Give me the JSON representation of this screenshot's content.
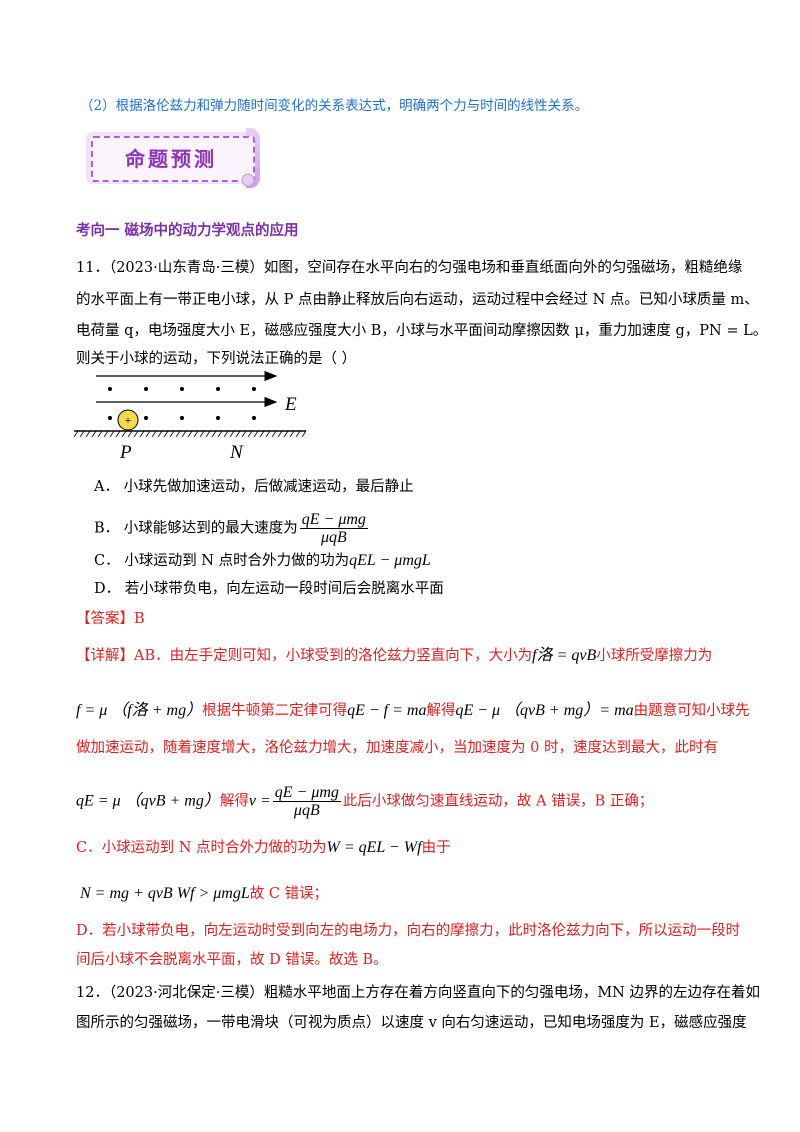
{
  "note_line": "（2）根据洛伦兹力和弹力随时间变化的关系表达式，明确两个力与时间的线性关系。",
  "banner": "命题预测",
  "section_title": "考向一  磁场中的动力学观点的应用",
  "q11": {
    "lines": [
      "11．（2023·山东青岛·三模）如图，空间存在水平向右的匀强电场和垂直纸面向外的匀强磁场，粗糙绝缘",
      "的水平面上有一带正电小球，从 P 点由静止释放后向右运动，运动过程中会经过 N 点。已知小球质量 m、",
      "电荷量 q，电场强度大小 E，磁感应强度大小 B，小球与水平面间动摩擦因数 μ，重力加速度 g，PN = L。",
      "则关于小球的运动，下列说法正确的是（        ）"
    ],
    "figure": {
      "label_E": "E",
      "label_P": "P",
      "label_N": "N",
      "charge": "+"
    },
    "optA": "A．  小球先做加速运动，后做减速运动，最后静止",
    "optB_text": "B．  小球能够达到的最大速度为",
    "optB_num": "qE − μmg",
    "optB_den": "μqB",
    "optC_text": "C．  小球运动到 N 点时合外力做的功为",
    "optC_math": "qEL − μmgL",
    "optD": "D．  若小球带负电，向左运动一段时间后会脱离水平面",
    "answer": "【答案】B",
    "detail": {
      "l1_pre": "【详解】AB．由左手定则可知，小球受到的洛伦兹力竖直向下，大小为",
      "l1_math": "f洛 = qvB",
      "l1_post": "小球所受摩擦力为",
      "l2_math1": "f = μ （f洛 + mg）",
      "l2_t1": "根据牛顿第二定律可得",
      "l2_math2": "qE − f = ma",
      "l2_t2": "解得",
      "l2_math3": "qE − μ （qvB + mg）= ma",
      "l2_t3": "由题意可知小球先",
      "l3": "做加速运动，随着速度增大，洛伦兹力增大，加速度减小，当加速度为 0 时，速度达到最大，此时有",
      "l4_math1": "qE = μ （qvB + mg）",
      "l4_t1": "解得",
      "l4_v": "v =",
      "l4_num": "qE − μmg",
      "l4_den": "μqB",
      "l4_t2": "此后小球做匀速直线运动，故 A 错误，B 正确；",
      "c_pre": "C．小球运动到 N 点时合外力做的功为",
      "c_math": "W = qEL − Wf",
      "c_post": "由于",
      "c2_math": "N = mg + qvB Wf > μmgL",
      "c2_post": "故 C 错误；",
      "d1": "D．若小球带负电，向左运动时受到向左的电场力，向右的摩擦力，此时洛伦兹力向下，所以运动一段时",
      "d2": "间后小球不会脱离水平面，故 D 错误。故选 B。"
    }
  },
  "q12": {
    "line1": "12．（2023·河北保定·三模）粗糙水平地面上方存在着方向竖直向下的匀强电场，MN 边界的左边存在着如",
    "line2": "图所示的匀强磁场，一带电滑块（可视为质点）以速度 v 向右匀速运动，已知电场强度为 E，磁感应强度"
  }
}
